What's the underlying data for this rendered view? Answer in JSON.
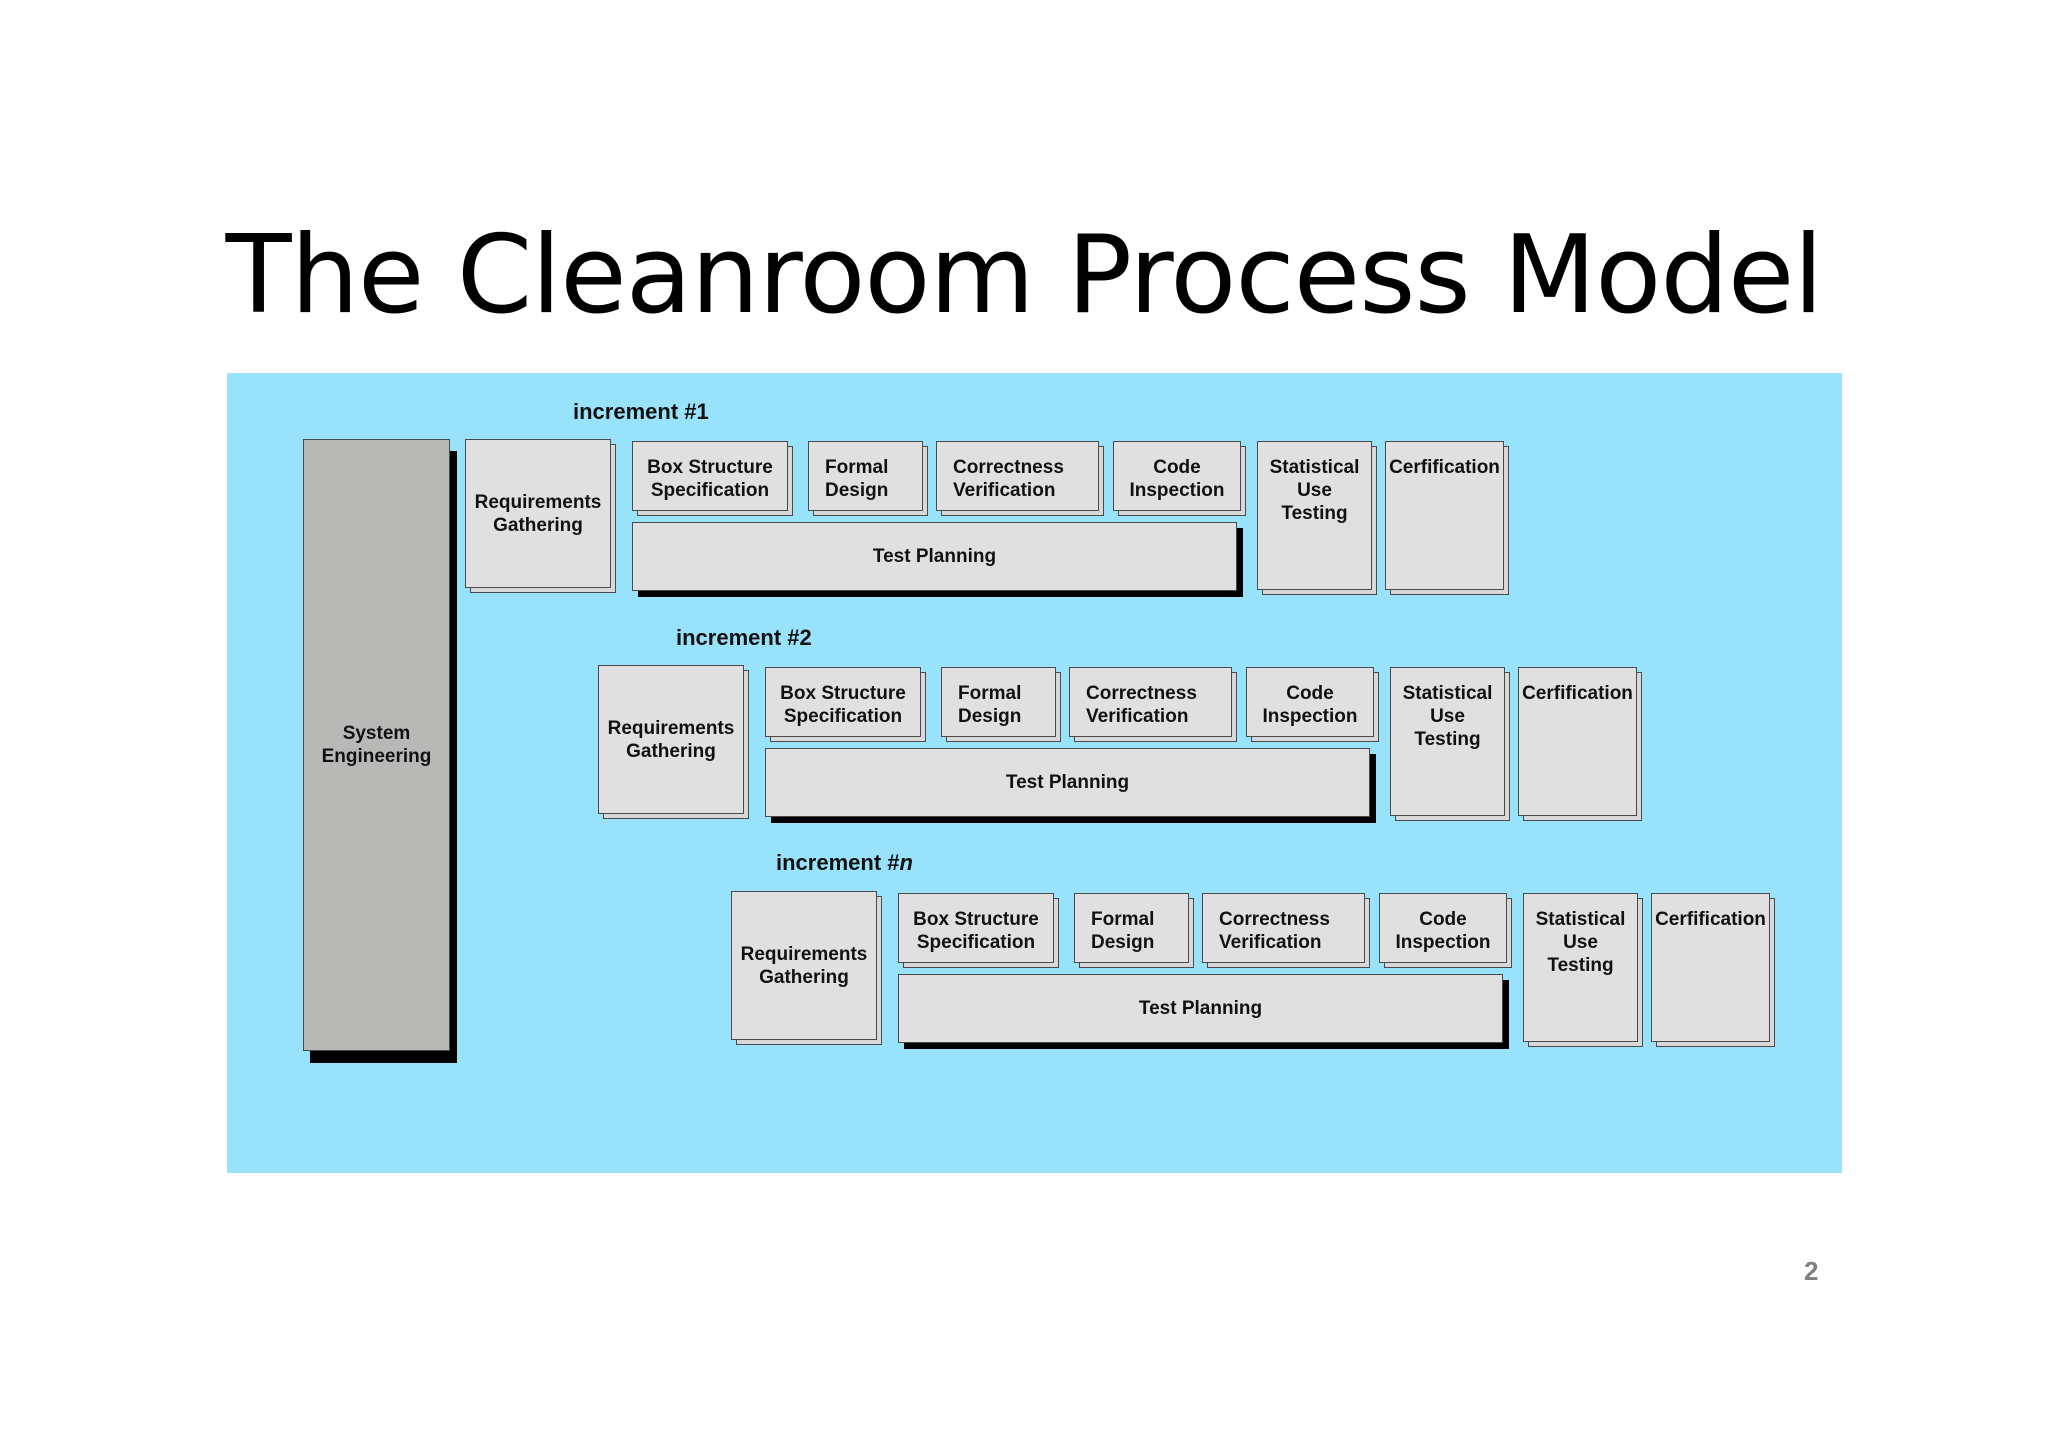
{
  "title": "The Cleanroom Process Model",
  "page_number": "2",
  "system_engineering": "System\nEngineering",
  "increments": [
    {
      "label_prefix": "increment #",
      "label_suffix": "1",
      "requirements": "Requirements\nGathering",
      "box_structure": "Box Structure\nSpecification",
      "formal_design": "Formal\nDesign",
      "correctness": "Correctness\nVerification",
      "code_inspection": "Code\nInspection",
      "test_planning": "Test Planning",
      "statistical": "Statistical\nUse\nTesting",
      "certification": "Cerfification"
    },
    {
      "label_prefix": "increment #",
      "label_suffix": "2",
      "requirements": "Requirements\nGathering",
      "box_structure": "Box Structure\nSpecification",
      "formal_design": "Formal\nDesign",
      "correctness": "Correctness\nVerification",
      "code_inspection": "Code\nInspection",
      "test_planning": "Test Planning",
      "statistical": "Statistical\nUse\nTesting",
      "certification": "Cerfification"
    },
    {
      "label_prefix": "increment #",
      "label_suffix": "n",
      "requirements": "Requirements\nGathering",
      "box_structure": "Box Structure\nSpecification",
      "formal_design": "Formal\nDesign",
      "correctness": "Correctness\nVerification",
      "code_inspection": "Code\nInspection",
      "test_planning": "Test Planning",
      "statistical": "Statistical\nUse\nTesting",
      "certification": "Cerfification"
    }
  ]
}
